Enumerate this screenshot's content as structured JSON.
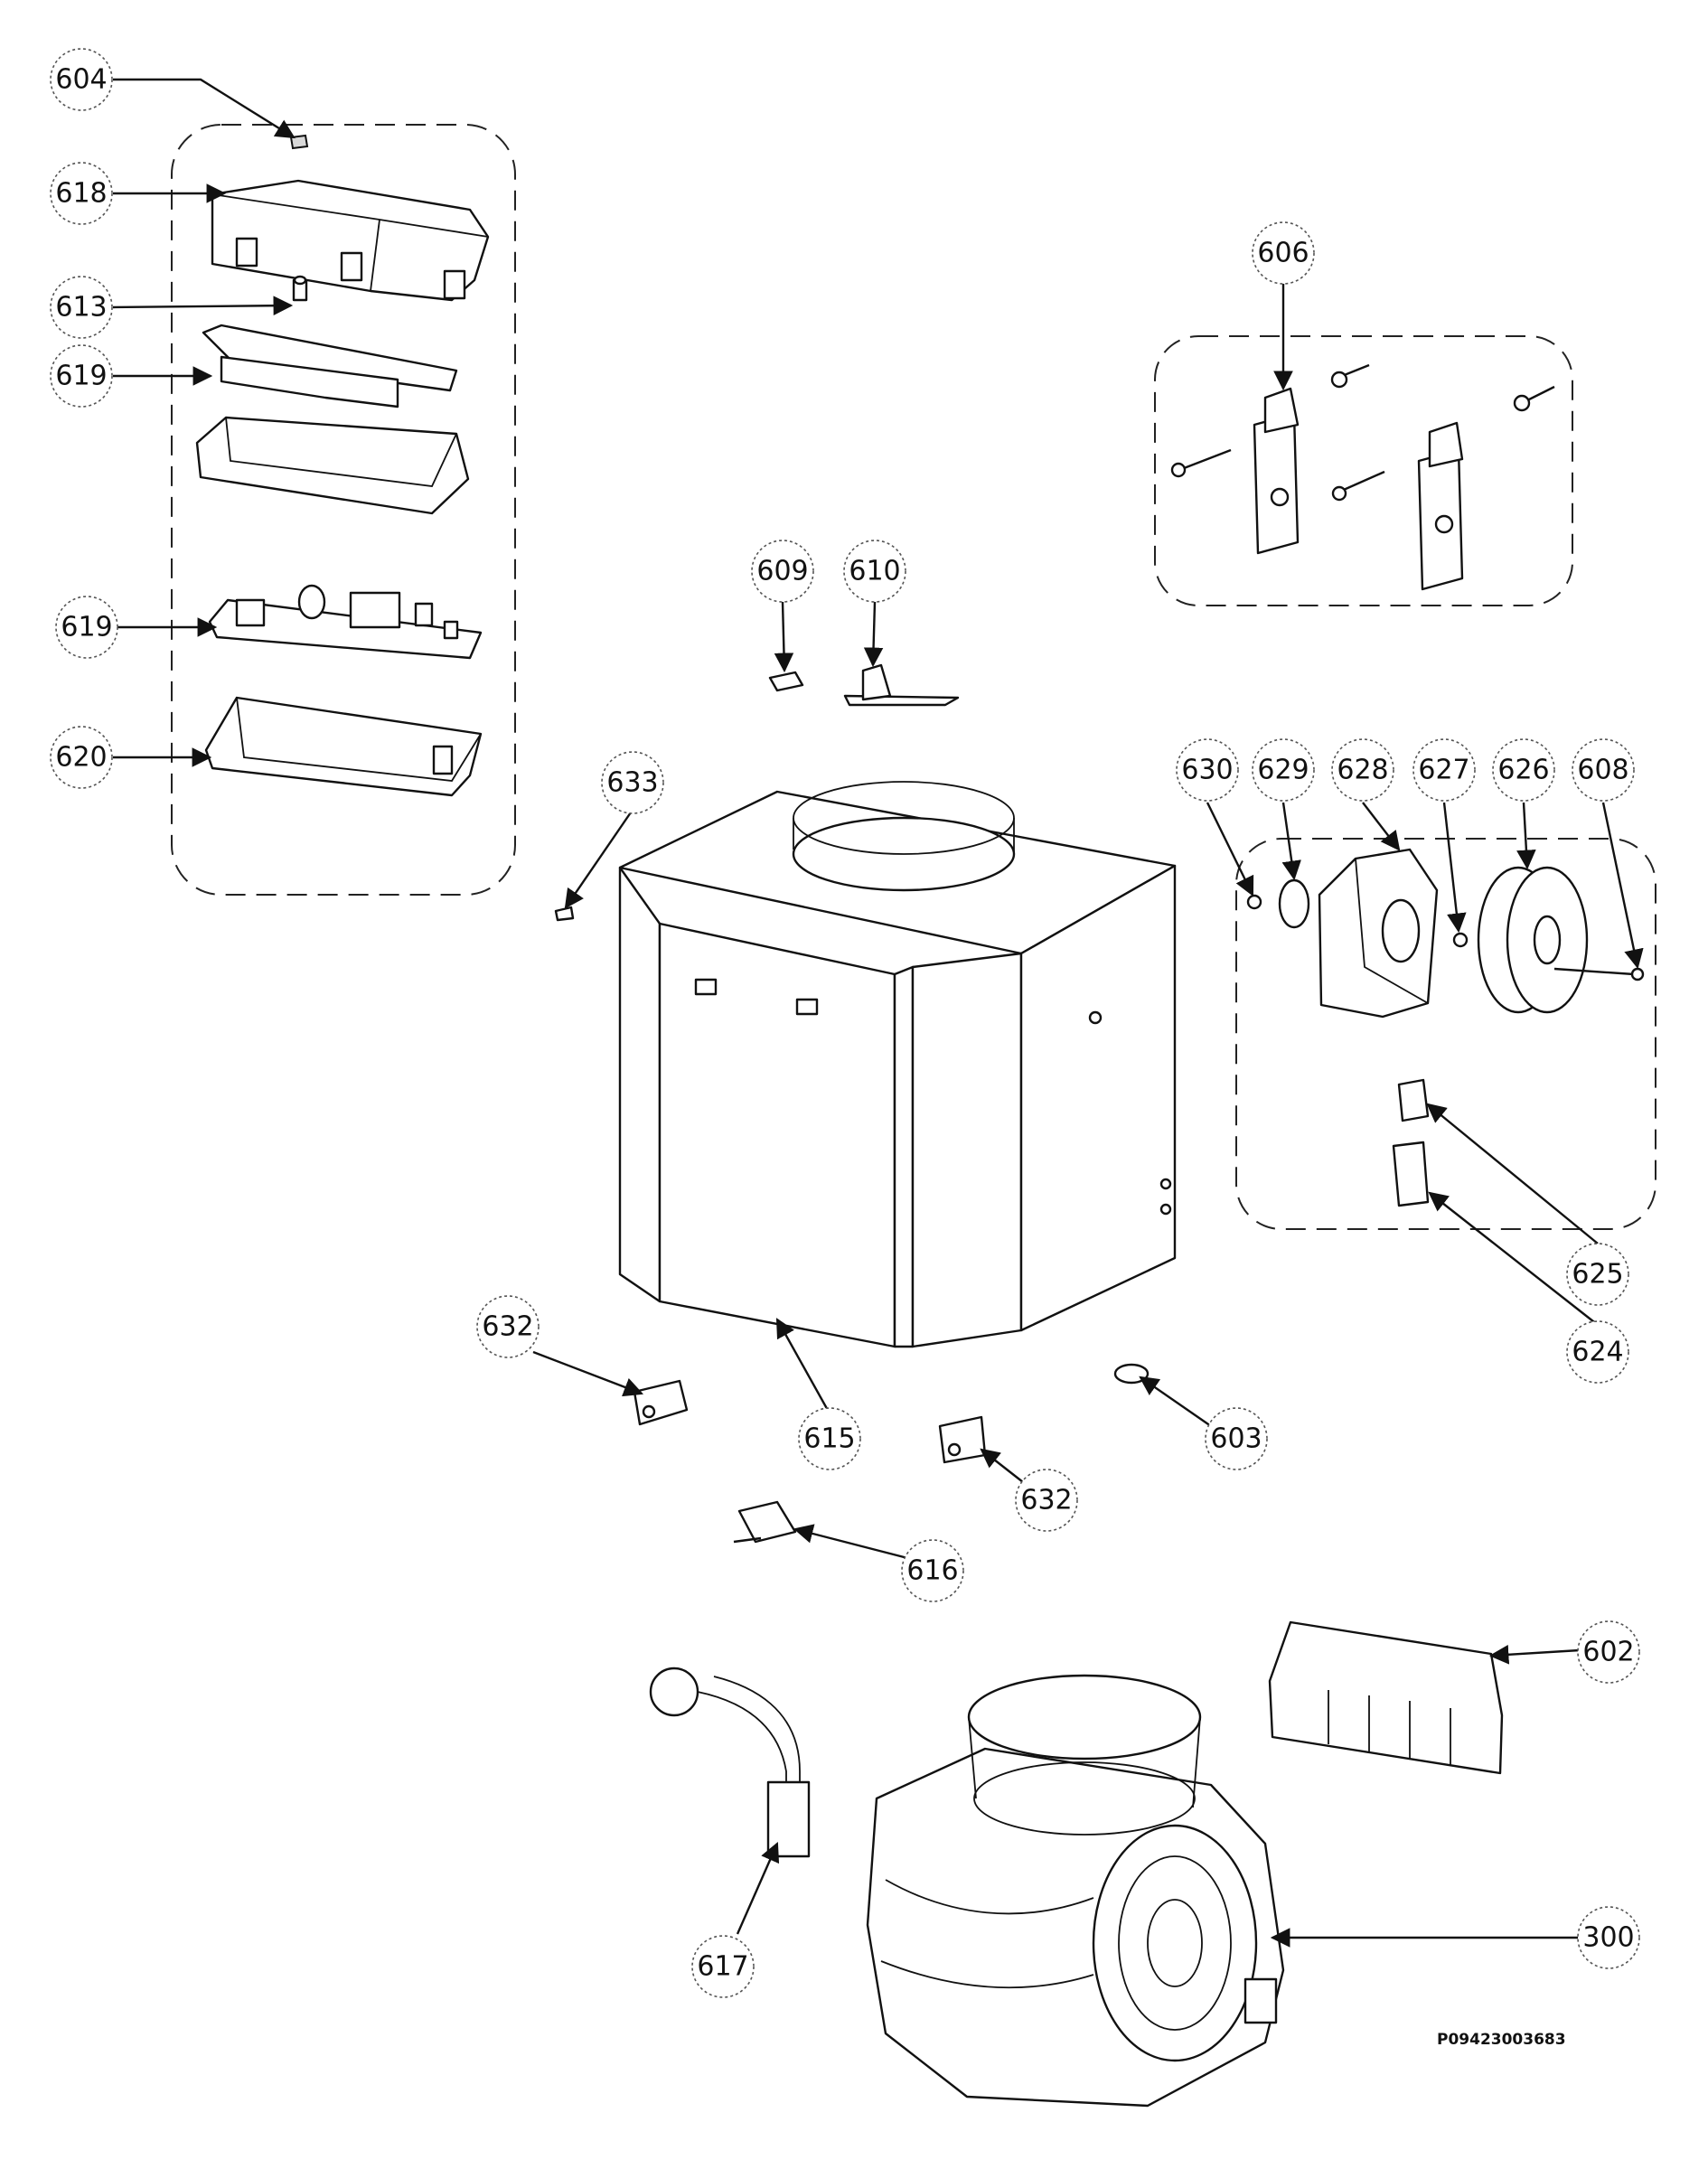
{
  "callouts": [
    {
      "id": "604",
      "label": "604"
    },
    {
      "id": "618",
      "label": "618"
    },
    {
      "id": "613",
      "label": "613"
    },
    {
      "id": "619a",
      "label": "619"
    },
    {
      "id": "619b",
      "label": "619"
    },
    {
      "id": "620",
      "label": "620"
    },
    {
      "id": "606",
      "label": "606"
    },
    {
      "id": "609",
      "label": "609"
    },
    {
      "id": "610",
      "label": "610"
    },
    {
      "id": "633",
      "label": "633"
    },
    {
      "id": "630",
      "label": "630"
    },
    {
      "id": "629",
      "label": "629"
    },
    {
      "id": "628",
      "label": "628"
    },
    {
      "id": "627",
      "label": "627"
    },
    {
      "id": "626",
      "label": "626"
    },
    {
      "id": "608",
      "label": "608"
    },
    {
      "id": "625",
      "label": "625"
    },
    {
      "id": "624",
      "label": "624"
    },
    {
      "id": "632a",
      "label": "632"
    },
    {
      "id": "615",
      "label": "615"
    },
    {
      "id": "632b",
      "label": "632"
    },
    {
      "id": "603",
      "label": "603"
    },
    {
      "id": "616",
      "label": "616"
    },
    {
      "id": "602",
      "label": "602"
    },
    {
      "id": "617",
      "label": "617"
    },
    {
      "id": "300",
      "label": "300"
    }
  ],
  "document_code": "P09423003683"
}
